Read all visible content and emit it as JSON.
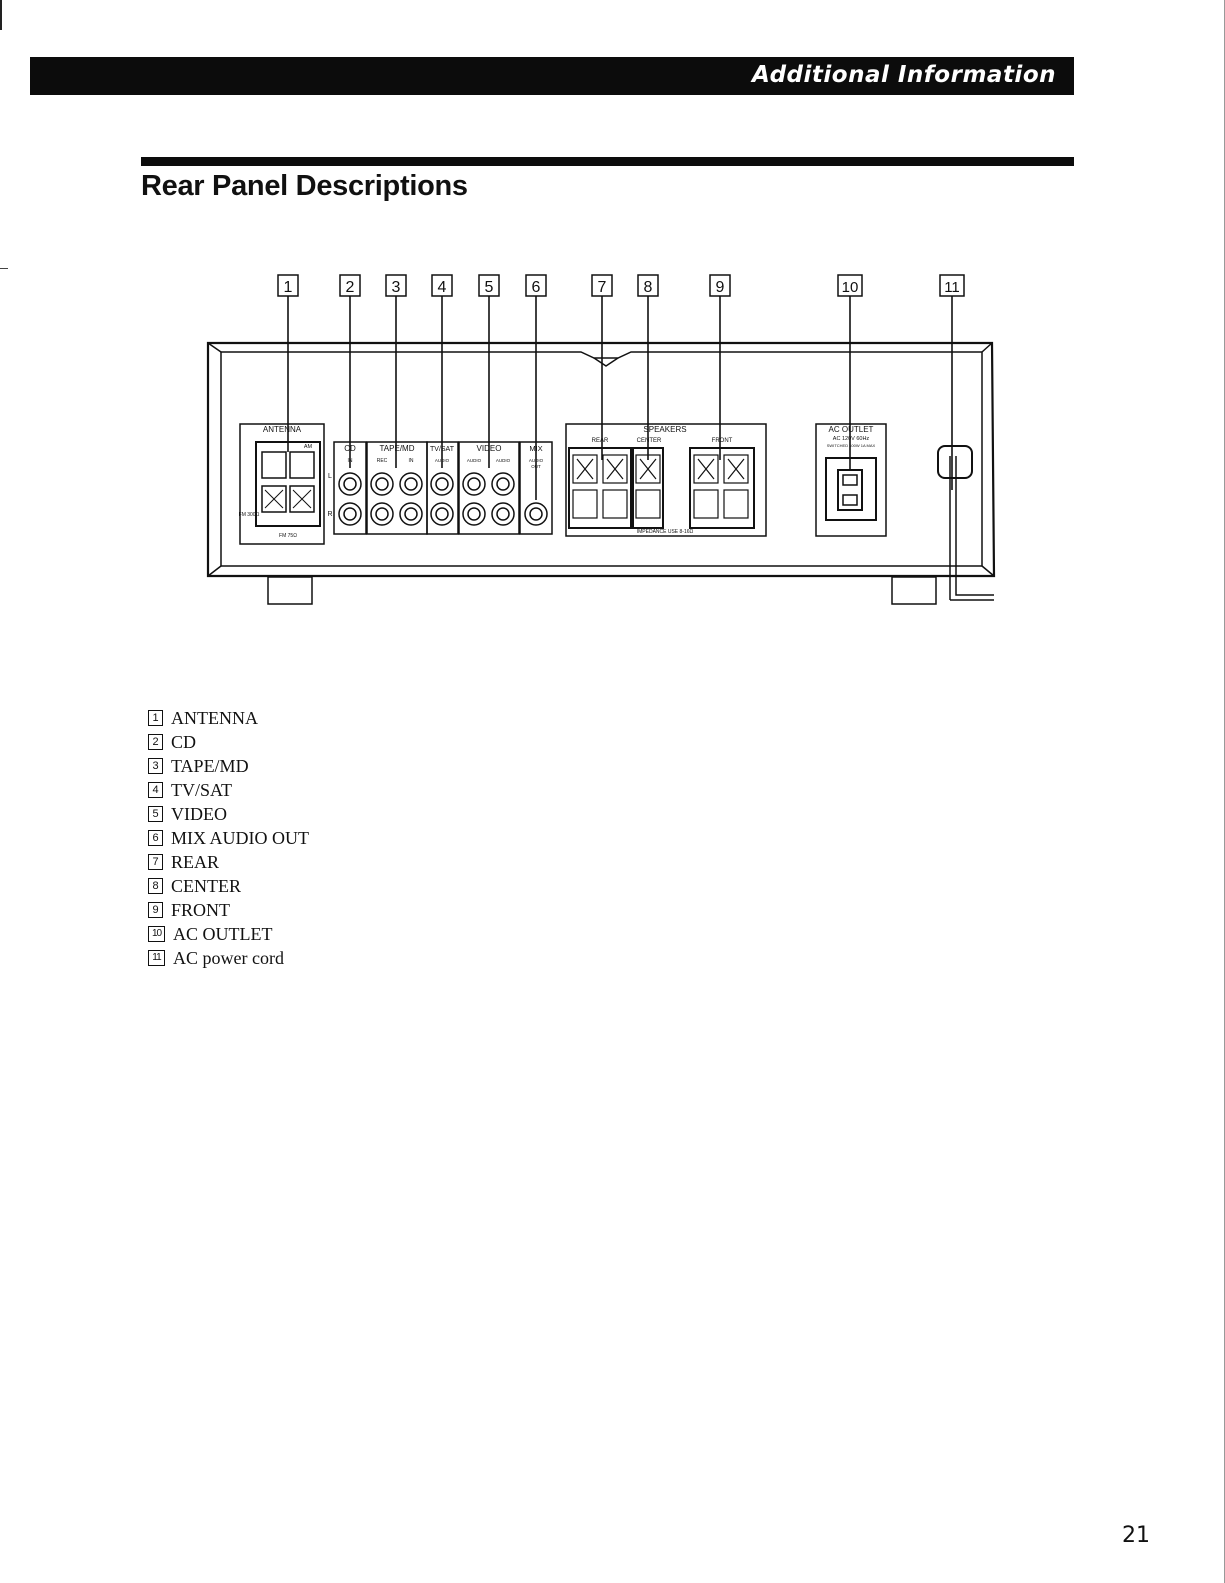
{
  "header": {
    "title": "Additional Information"
  },
  "section": {
    "title": "Rear Panel Descriptions"
  },
  "callouts": [
    "1",
    "2",
    "3",
    "4",
    "5",
    "6",
    "7",
    "8",
    "9",
    "10",
    "11"
  ],
  "panel_labels": {
    "antenna": "ANTENNA",
    "am": "AM",
    "fm300": "FM 300Ω",
    "fm75": "FM 75Ω",
    "cd": "CD",
    "in": "IN",
    "rec": "REC",
    "tape_md": "TAPE/MD",
    "tv_sat": "TV/SAT",
    "audio": "AUDIO",
    "video": "VIDEO",
    "out": "OUT",
    "mix": "MIX",
    "speakers": "SPEAKERS",
    "rear": "REAR",
    "center": "CENTER",
    "front": "FRONT",
    "r": "R",
    "l": "L",
    "impedance": "IMPEDANCE USE 8-16Ω",
    "ac_outlet": "AC OUTLET",
    "ac_rating": "AC 120V 60Hz",
    "switched": "SWITCHED 100W 1A MAX"
  },
  "legend": [
    {
      "num": "1",
      "label": "ANTENNA"
    },
    {
      "num": "2",
      "label": "CD"
    },
    {
      "num": "3",
      "label": "TAPE/MD"
    },
    {
      "num": "4",
      "label": "TV/SAT"
    },
    {
      "num": "5",
      "label": "VIDEO"
    },
    {
      "num": "6",
      "label": "MIX AUDIO OUT"
    },
    {
      "num": "7",
      "label": "REAR"
    },
    {
      "num": "8",
      "label": "CENTER"
    },
    {
      "num": "9",
      "label": "FRONT"
    },
    {
      "num": "10",
      "label": "AC OUTLET"
    },
    {
      "num": "11",
      "label": "AC power cord"
    }
  ],
  "footer": {
    "page_number": "21"
  }
}
